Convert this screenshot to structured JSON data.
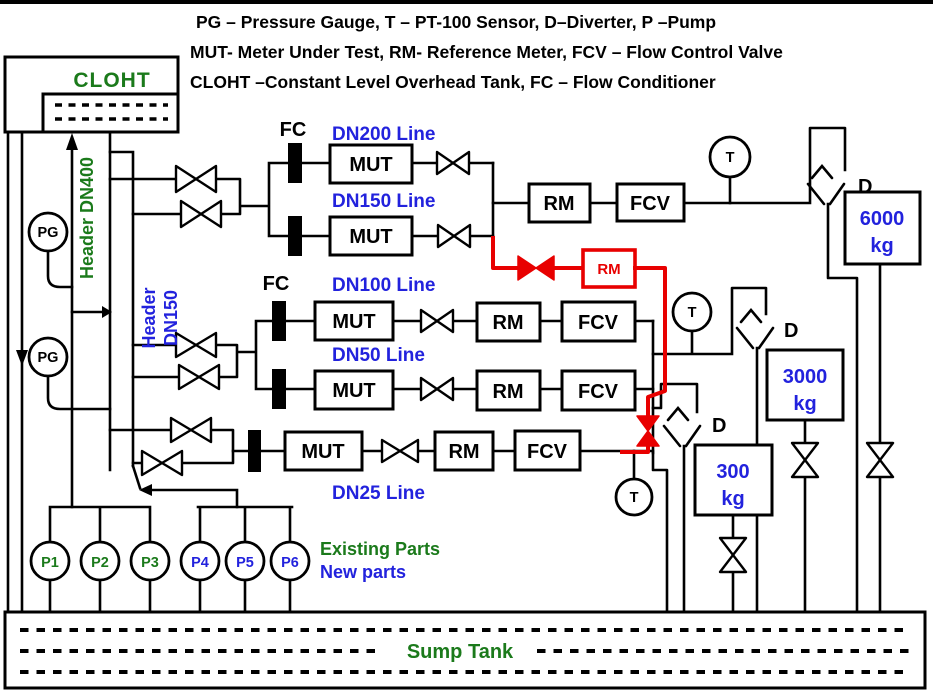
{
  "legend": {
    "line1": "PG – Pressure Gauge, T – PT-100 Sensor, D–Diverter, P –Pump",
    "line2": "MUT- Meter Under Test, RM- Reference Meter, FCV – Flow Control Valve",
    "line3": "CLOHT –Constant Level Overhead Tank, FC – Flow Conditioner"
  },
  "cloht": {
    "label": "CLOHT"
  },
  "headers": {
    "dn400": "Header DN400",
    "dn150_l1": "Header",
    "dn150_l2": "DN150"
  },
  "line_labels": {
    "dn200": "DN200 Line",
    "dn150": "DN150 Line",
    "dn100": "DN100 Line",
    "dn50": "DN50 Line",
    "dn25": "DN25 Line"
  },
  "labels": {
    "mut": "MUT",
    "rm": "RM",
    "fcv": "FCV",
    "fc": "FC",
    "pg": "PG",
    "t": "T",
    "d": "D"
  },
  "tanks": {
    "t6000": {
      "value": "6000",
      "unit": "kg"
    },
    "t3000": {
      "value": "3000",
      "unit": "kg"
    },
    "t300": {
      "value": "300",
      "unit": "kg"
    }
  },
  "pumps": [
    "P1",
    "P2",
    "P3",
    "P4",
    "P5",
    "P6"
  ],
  "notes": {
    "existing": "Existing Parts",
    "new": "New parts"
  },
  "sump": {
    "label": "Sump Tank"
  },
  "colors": {
    "existing_green": "#1b7a1b",
    "new_blue": "#2222dd",
    "highlight_red": "#e80000",
    "pipe_black": "#000000"
  }
}
